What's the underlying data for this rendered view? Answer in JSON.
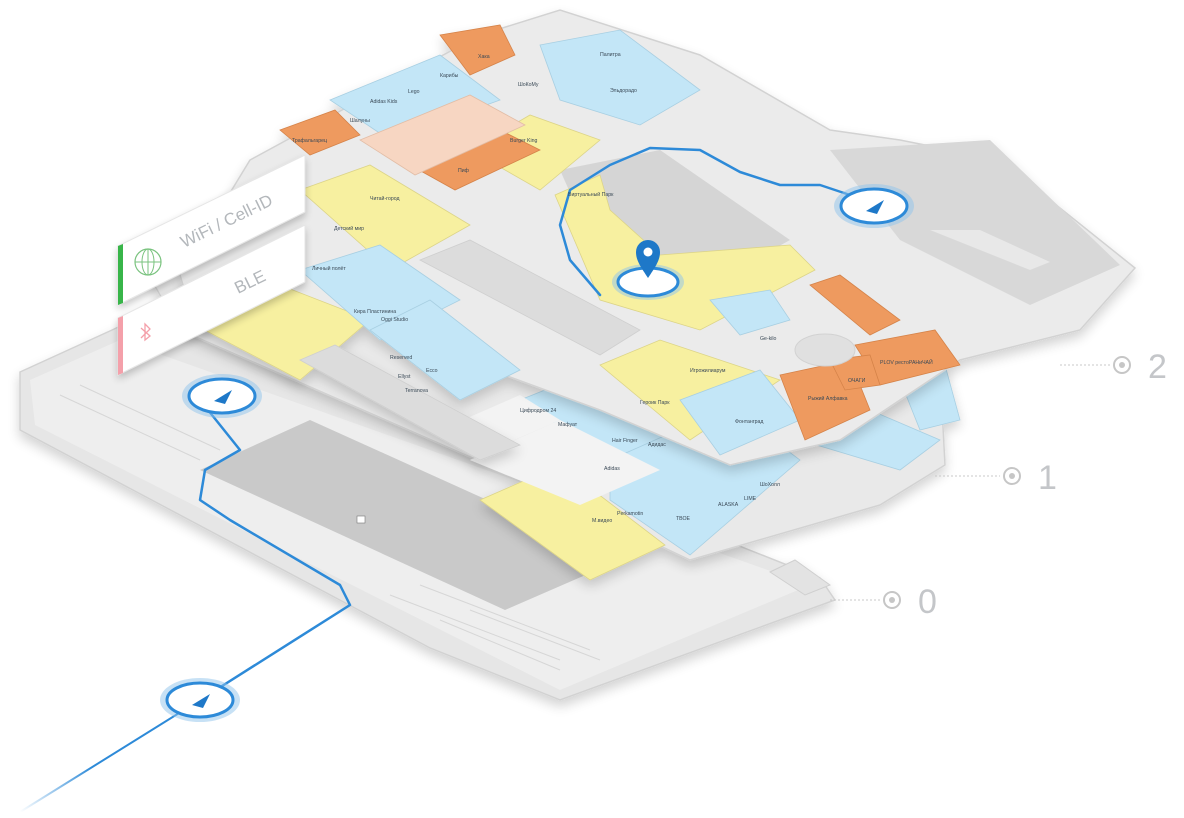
{
  "legend": {
    "wifi_label": "WiFi / Cell-ID",
    "wifi_icon": "wifi-globe-icon",
    "ble_label": "BLE",
    "ble_icon": "bluetooth-icon",
    "wifi_color": "#39b54a",
    "ble_color": "#f4a0aa"
  },
  "levels": [
    {
      "label": "0"
    },
    {
      "label": "1"
    },
    {
      "label": "2"
    }
  ],
  "colors": {
    "route": "#2d8ad8",
    "accent": "#1e78c8",
    "yellow": "#f7f0a0",
    "blue": "#c3e6f7",
    "orange": "#ee9a5e",
    "peach": "#f7d6c2",
    "floor": "#ececec",
    "wall": "#d7d7d7"
  },
  "stores_level2": [
    {
      "name": "Хака"
    },
    {
      "name": "Палитра"
    },
    {
      "name": "Карибы"
    },
    {
      "name": "Lego"
    },
    {
      "name": "ШоКоМу"
    },
    {
      "name": "Adidas Kids"
    },
    {
      "name": "Эльдорадо"
    },
    {
      "name": "Шалуны"
    },
    {
      "name": "Трафальгарец"
    },
    {
      "name": "Burger King"
    },
    {
      "name": "Пиф"
    },
    {
      "name": "Виртуальный Парк"
    },
    {
      "name": "Читай-город"
    },
    {
      "name": "Детский мир"
    },
    {
      "name": "Кира Пластинина"
    },
    {
      "name": "Oggi Studio"
    },
    {
      "name": "Reserved"
    },
    {
      "name": "Ecco"
    },
    {
      "name": "Ellyst"
    },
    {
      "name": "Terranova"
    },
    {
      "name": "Личный полёт"
    },
    {
      "name": "Ge-kilo"
    },
    {
      "name": "PLOV рестоРАНиЧАЙ"
    },
    {
      "name": "ОЧАГИ"
    },
    {
      "name": "Рыжий Алфавка"
    },
    {
      "name": "Фонтанград"
    },
    {
      "name": "Героик Парк"
    },
    {
      "name": "Игрожилиарум"
    }
  ],
  "stores_level1": [
    {
      "name": "Цифродром 24"
    },
    {
      "name": "Мафуат"
    },
    {
      "name": "Hair Finger"
    },
    {
      "name": "Адидас"
    },
    {
      "name": "Adidas"
    },
    {
      "name": "ШоХолл"
    },
    {
      "name": "LIME"
    },
    {
      "name": "ALASKA"
    },
    {
      "name": "ТВОЕ"
    },
    {
      "name": "Perkamotin"
    },
    {
      "name": "М.видео"
    }
  ],
  "pin_icon": "location-pin-icon",
  "nav_marker_icon": "navigation-arrow-icon"
}
